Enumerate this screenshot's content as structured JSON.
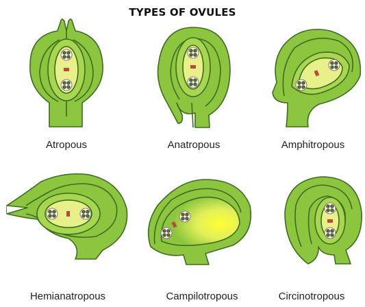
{
  "title": "TYPES OF OVULES",
  "colors": {
    "tissue": "#8cc63f",
    "outline": "#3d6b1f",
    "sac": "#e8f08a",
    "sac_glow": "#f4f400",
    "nucleus": "#ffffff",
    "nucleus_dot": "#a0456b",
    "egg": "#b84a3a",
    "background": "#ffffff"
  },
  "ovules": [
    {
      "id": "atropous",
      "label": "Atropous"
    },
    {
      "id": "anatropous",
      "label": "Anatropous"
    },
    {
      "id": "amphitropous",
      "label": "Amphitropous"
    },
    {
      "id": "hemianatropous",
      "label": "Hemianatropous"
    },
    {
      "id": "campilotropous",
      "label": "Campilotropous"
    },
    {
      "id": "circinotropous",
      "label": "Circinotropous"
    }
  ]
}
